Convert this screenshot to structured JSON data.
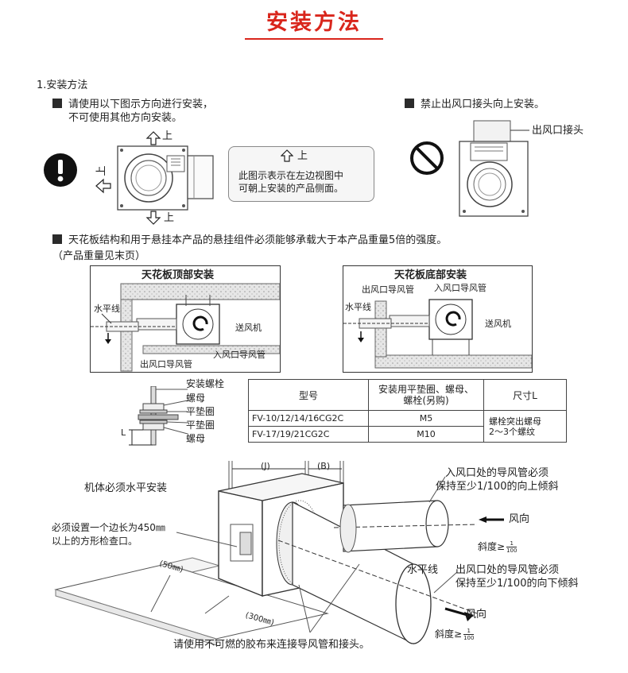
{
  "title": "安装方法",
  "section_heading": "1.安装方法",
  "note1": [
    "请使用以下图示方向进行安装，",
    "不可使用其他方向安装。"
  ],
  "up_label": "上",
  "side_up_label": "上",
  "down_label": "上",
  "note_box": {
    "up": "上",
    "lines": [
      "此图示表示在左边视图中",
      "可朝上安装的产品侧面。"
    ]
  },
  "note2": "禁止出风口接头向上安装。",
  "outlet_joint_label": "出风口接头",
  "note3": "天花板结构和用于悬挂本产品的悬挂组件必须能够承载大于本产品重量5倍的强度。",
  "note3_sub": "（产品重量见末页）",
  "panel_top": {
    "title": "天花板顶部安装",
    "horizontal": "水平线",
    "fan": "送风机",
    "inlet_duct": "入风口导风管",
    "outlet_duct": "出风口导风管"
  },
  "panel_bottom": {
    "title": "天花板底部安装",
    "outlet_duct": "出风口导风管",
    "inlet_duct": "入风口导风管",
    "horizontal": "水平线",
    "fan": "送风机"
  },
  "bolt_labels": [
    "安装螺栓",
    "螺母",
    "平垫圈",
    "平垫圈",
    "螺母"
  ],
  "bolt_dim": "L",
  "table": {
    "headers": [
      "型号",
      "安装用平垫圈、螺母、螺栓(另购)",
      "尺寸L"
    ],
    "rows": [
      {
        "model": "FV-10/12/14/16CG2C",
        "size": "M5"
      },
      {
        "model": "FV-17/19/21CG2C",
        "size": "M10"
      }
    ],
    "dim_note": [
      "螺栓突出螺母",
      "2～3个螺纹"
    ]
  },
  "main": {
    "dim_j": "(J)",
    "dim_b": "(B)",
    "level_note": "机体必须水平安装",
    "inspect_note": [
      "必须设置一个边长为450㎜",
      "以上的方形检查口。"
    ],
    "dim_50": "(50㎜)",
    "dim_300": "(300㎜)",
    "inlet_note": [
      "入风口处的导风管必须",
      "保持至少1/100的向上倾斜"
    ],
    "wind_dir": "风向",
    "slope": "斜度",
    "slope_ge": "≥",
    "slope_num": "1",
    "slope_den": "100",
    "horizontal": "水平线",
    "outlet_note": [
      "出风口处的导风管必须",
      "保持至少1/100的向下倾斜"
    ],
    "wind_dir2": "风向",
    "slope2": "斜度",
    "slope2_ge": "≥",
    "slope2_num": "1",
    "slope2_den": "100",
    "tape_note": "请使用不可燃的胶布来连接导风管和接头。"
  }
}
